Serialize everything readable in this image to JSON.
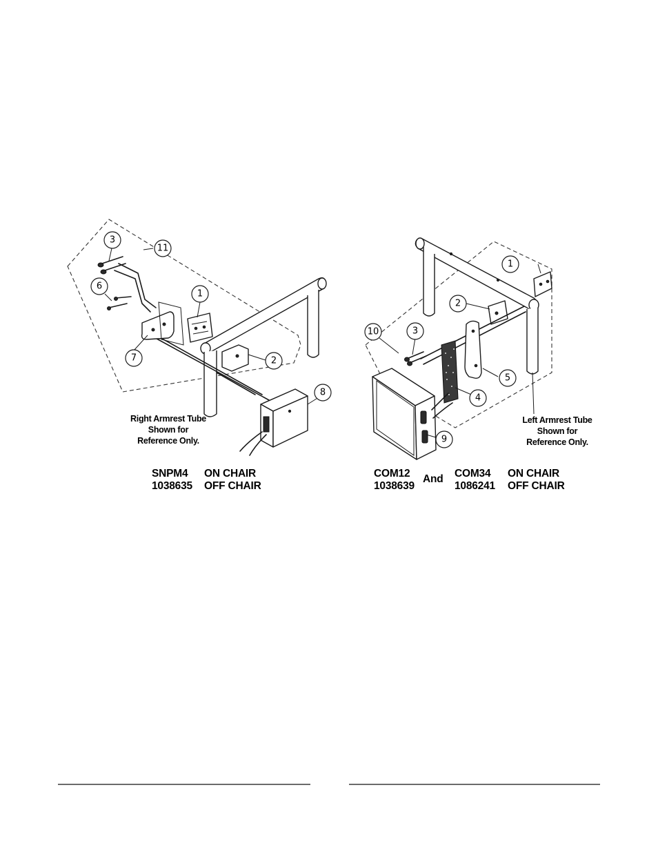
{
  "left_figure": {
    "callouts": [
      "3",
      "11",
      "6",
      "1",
      "7",
      "2",
      "8"
    ],
    "note_lines": [
      "Right Armrest Tube",
      "Shown for",
      "Reference Only."
    ],
    "part_numbers": [
      {
        "code": "SNPM4",
        "status": "ON CHAIR"
      },
      {
        "code": "1038635",
        "status": "OFF CHAIR"
      }
    ]
  },
  "right_figure": {
    "callouts": [
      "1",
      "2",
      "10",
      "3",
      "5",
      "4",
      "9"
    ],
    "note_lines": [
      "Left Armrest Tube",
      "Shown for",
      "Reference Only."
    ],
    "part_numbers": {
      "first": [
        "COM12",
        "1038639"
      ],
      "joiner": "And",
      "second": [
        "COM34",
        "1086241"
      ],
      "status": [
        "ON CHAIR",
        "OFF CHAIR"
      ]
    }
  }
}
